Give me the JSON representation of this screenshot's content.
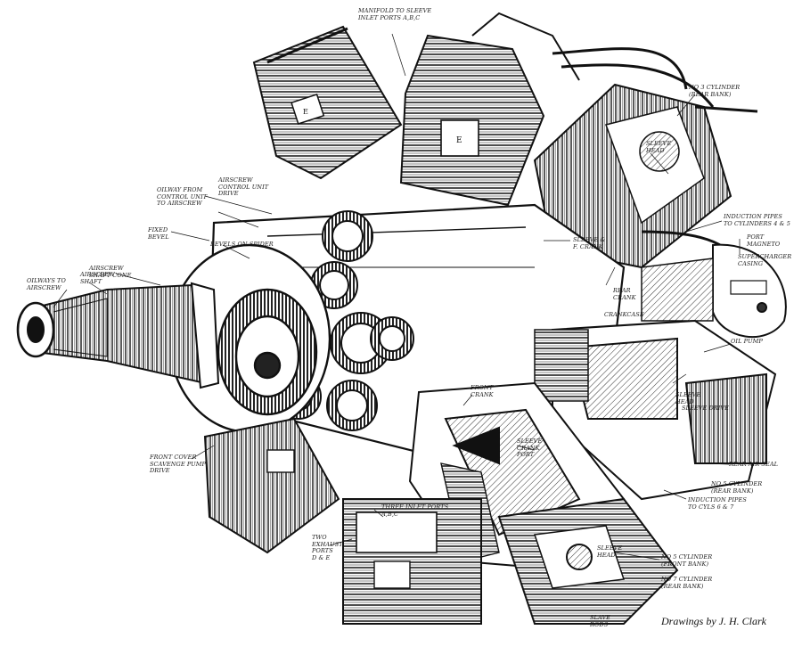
{
  "title": "",
  "labels": {
    "manifold": "Manifold to sleeve\ninlet ports A,B,C",
    "no3_cyl": "No 3 cylinder\n(rear bank)",
    "sleeve_head": "Sleeve\nhead",
    "oilway": "Oilway from\ncontrol unit\nto airscrew",
    "airscrew_ctrl": "Airscrew\ncontrol unit\ndrive",
    "fixed_bevel": "Fixed\nbevel",
    "bevel_gears": "Bevels on spider",
    "airscrew_cone": "Airscrew\nshaft cone",
    "oilways": "Oilways to\nairscrew",
    "airscrew_shaft": "Airscrew\nshaft",
    "induction_pipes": "Induction pipes\nto cylinders 4 & 5",
    "port_magneto": "Port\nmagneto",
    "supercharger": "Supercharger\ncasing",
    "sleeve_crank": "Sleeve &\nF. crank",
    "rear_crank": "Rear\ncrank",
    "crankcase": "Crankcase",
    "oil_pump": "Oil pump",
    "sleeve_head2": "Sleeve\nhead",
    "front_crank": "Front\ncrank",
    "sleeve_crank_port": "Sleeve\ncrank\nport",
    "no4_cyl_drum": "Sleeve drive",
    "front_cover": "Front cover\nscavenge pump\ndrive",
    "inlet_ports": "Three inlet ports\nA,B,C",
    "exhaust_ports": "Two\nexhaust\nports\nD & E",
    "rear_air_seal": "Rear air seal",
    "no5_cyl_rear": "No 5 cylinder\n(rear bank)",
    "induction_6_7": "Induction pipes\nto cyls 6 & 7",
    "sleeve_head3": "Sleeve\nhead",
    "no5_cyl_front": "No 5 cylinder\n(front bank)",
    "no7_cyl": "No 7 cylinder\n(rear bank)",
    "slave_rods": "Slave\nrods",
    "credit": "Drawings by J. H. Clark"
  }
}
